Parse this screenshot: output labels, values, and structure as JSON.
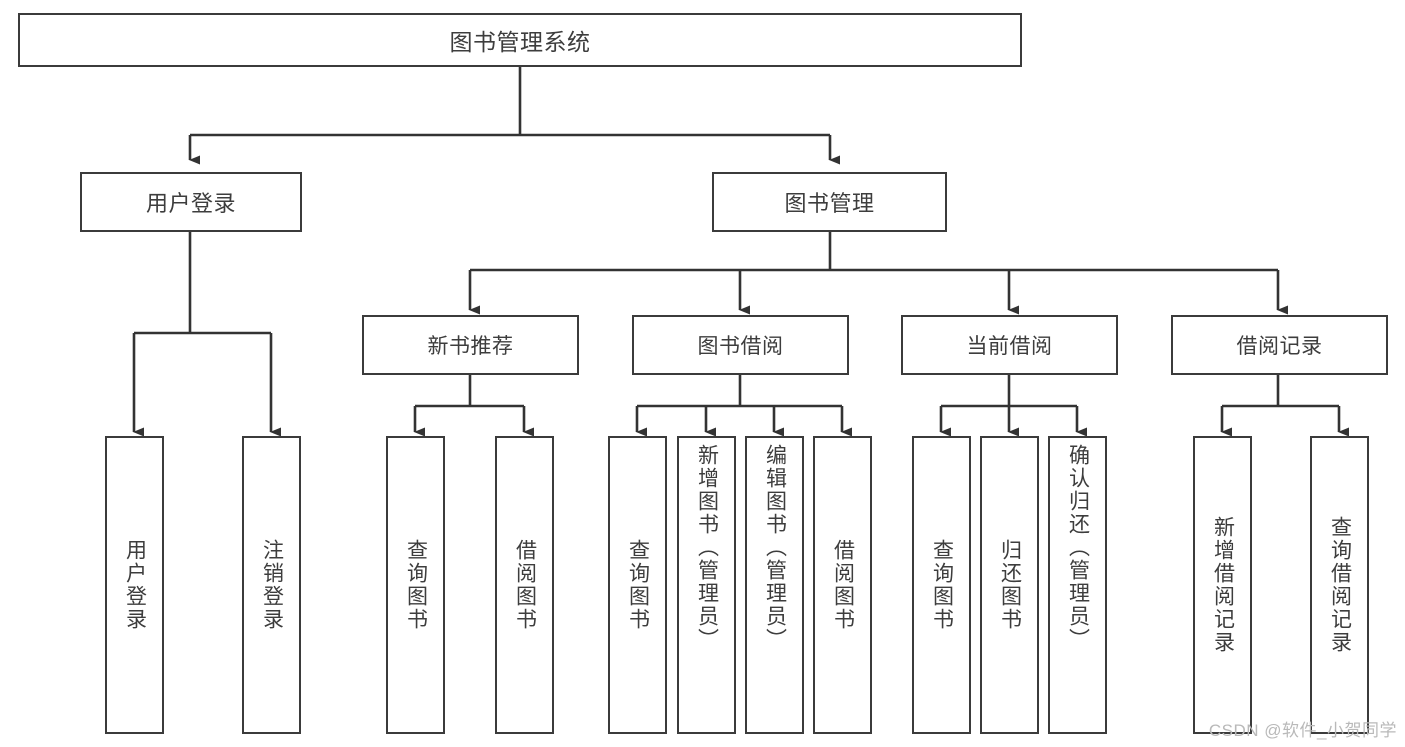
{
  "diagram": {
    "title": "图书管理系统",
    "type": "tree",
    "watermark": "CSDN @软件_小贺同学",
    "colors": {
      "border": "#3b3b3b",
      "text": "#3d3d3d",
      "background": "#ffffff",
      "connector": "#333333",
      "watermark": "#b9b9b9"
    },
    "root": {
      "label": "图书管理系统"
    },
    "level1": [
      {
        "label": "用户登录"
      },
      {
        "label": "图书管理"
      }
    ],
    "level2": [
      {
        "label": "新书推荐"
      },
      {
        "label": "图书借阅"
      },
      {
        "label": "当前借阅"
      },
      {
        "label": "借阅记录"
      }
    ],
    "leaves": {
      "user_login": [
        {
          "label": "用户登录"
        },
        {
          "label": "注销登录"
        }
      ],
      "new_book_recommend": [
        {
          "label": "查询图书"
        },
        {
          "label": "借阅图书"
        }
      ],
      "book_borrow": [
        {
          "label": "查询图书"
        },
        {
          "label": "新增图书（管理员）"
        },
        {
          "label": "编辑图书（管理员）"
        },
        {
          "label": "借阅图书"
        }
      ],
      "current_borrow": [
        {
          "label": "查询图书"
        },
        {
          "label": "归还图书"
        },
        {
          "label": "确认归还（管理员）"
        }
      ],
      "borrow_record": [
        {
          "label": "新增借阅记录"
        },
        {
          "label": "查询借阅记录"
        }
      ]
    }
  }
}
